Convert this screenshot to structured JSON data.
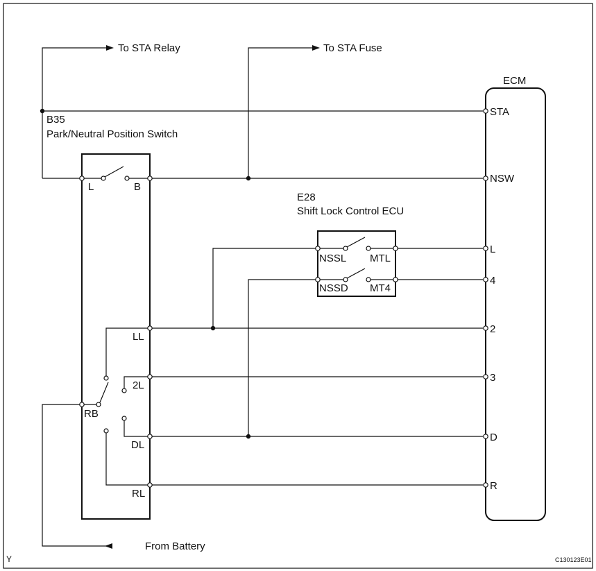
{
  "labels": {
    "to_sta_relay": "To STA Relay",
    "to_sta_fuse": "To STA Fuse",
    "from_battery": "From Battery",
    "ecm": "ECM",
    "b35_code": "B35",
    "b35_name": "Park/Neutral Position Switch",
    "e28_code": "E28",
    "e28_name": "Shift Lock Control ECU",
    "corner_y": "Y",
    "figure_code": "C130123E01"
  },
  "switch_terminals": {
    "L": "L",
    "B": "B",
    "LL": "LL",
    "2L": "2L",
    "RB": "RB",
    "DL": "DL",
    "RL": "RL"
  },
  "shift_lock_terminals": {
    "NSSL": "NSSL",
    "MTL": "MTL",
    "NSSD": "NSSD",
    "MT4": "MT4"
  },
  "ecm_terminals": {
    "STA": "STA",
    "NSW": "NSW",
    "L": "L",
    "4": "4",
    "2": "2",
    "3": "3",
    "D": "D",
    "R": "R"
  }
}
